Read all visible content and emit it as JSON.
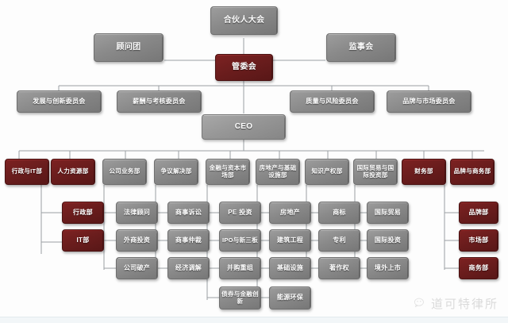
{
  "chart": {
    "title_top": "合伙人大会",
    "lang": "zh-CN"
  },
  "colors": {
    "accent_red": "#6b1d1d",
    "gray": "#8a8a8a",
    "light_gray": "#979797",
    "line": "#9aa0a4",
    "watermark": "#b9b9b9"
  },
  "nodes": {
    "partners_assembly": "合伙人大会",
    "advisory_board": "顾问团",
    "supervisory_board": "监事会",
    "management_committee": "管委会",
    "ceo": "CEO"
  },
  "committees": [
    {
      "label": "发展与创新委员会"
    },
    {
      "label": "薪酬与考核委员会"
    },
    {
      "label": "质量与风险委员会"
    },
    {
      "label": "品牌与市场委员会"
    }
  ],
  "departments": [
    {
      "label": "行政与IT部",
      "color": "red",
      "children": [
        "行政部",
        "IT部"
      ]
    },
    {
      "label": "人力资源部",
      "color": "red",
      "children": []
    },
    {
      "label": "公司业务部",
      "color": "gray",
      "children": [
        "法律顾问",
        "外商投资",
        "公司破产"
      ]
    },
    {
      "label": "争议解决部",
      "color": "gray",
      "children": [
        "商事诉讼",
        "商事仲裁",
        "经济调解"
      ]
    },
    {
      "label": "金融与资本市场部",
      "color": "gray",
      "children": [
        "PE 投资",
        "IPO与新三板",
        "并购重组",
        "债券与金融创新"
      ]
    },
    {
      "label": "房地产与基础设施部",
      "color": "gray",
      "children": [
        "房地产",
        "建筑工程",
        "基础设施",
        "能源环保"
      ]
    },
    {
      "label": "知识产权部",
      "color": "gray",
      "children": [
        "商标",
        "专利",
        "著作权"
      ]
    },
    {
      "label": "国际贸易与国际投资部",
      "color": "gray",
      "children": [
        "国际贸易",
        "国际投资",
        "境外上市"
      ]
    },
    {
      "label": "财务部",
      "color": "red",
      "children": []
    },
    {
      "label": "品牌与商务部",
      "color": "red",
      "children": [
        "品牌部",
        "市场部",
        "商务部"
      ]
    }
  ],
  "watermark": {
    "text": "道可特律所",
    "icon": "wechat-icon"
  }
}
